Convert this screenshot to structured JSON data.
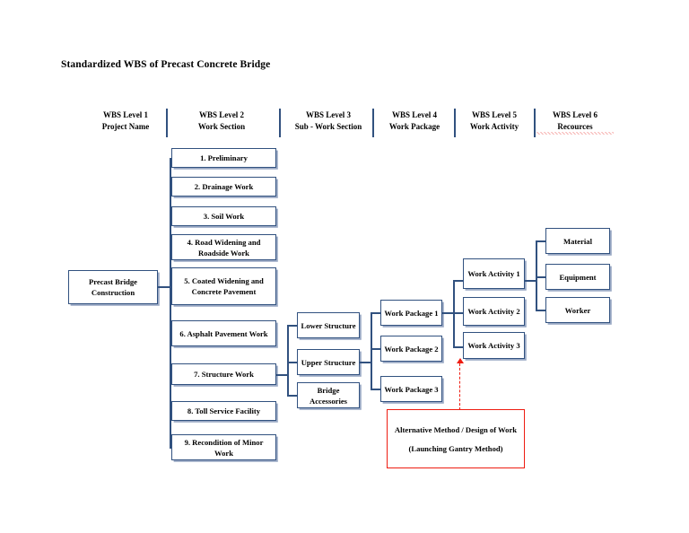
{
  "title": "Standardized WBS of Precast Concrete Bridge",
  "headers": [
    {
      "line1": "WBS Level 1",
      "line2": "Project Name",
      "misspelled": false
    },
    {
      "line1": "WBS Level 2",
      "line2": "Work Section",
      "misspelled": false
    },
    {
      "line1": "WBS Level 3",
      "line2": "Sub - Work Section",
      "misspelled": false
    },
    {
      "line1": "WBS Level 4",
      "line2": "Work Package",
      "misspelled": false
    },
    {
      "line1": "WBS Level 5",
      "line2": "Work Activity",
      "misspelled": false
    },
    {
      "line1": "WBS Level 6",
      "line2": "Recources",
      "misspelled": true
    }
  ],
  "level1": {
    "label": "Precast Bridge Construction"
  },
  "level2": [
    {
      "label": "1. Preliminary"
    },
    {
      "label": "2. Drainage Work"
    },
    {
      "label": "3. Soil Work"
    },
    {
      "label": "4. Road Widening and Roadside Work"
    },
    {
      "label": "5. Coated Widening and Concrete Pavement"
    },
    {
      "label": "6. Asphalt Pavement Work"
    },
    {
      "label": "7. Structure Work"
    },
    {
      "label": "8. Toll Service Facility"
    },
    {
      "label": "9. Recondition of Minor Work"
    }
  ],
  "level3": [
    {
      "label": "Lower Structure"
    },
    {
      "label": "Upper Structure"
    },
    {
      "label": "Bridge Accessories"
    }
  ],
  "level4": [
    {
      "label": "Work Package 1"
    },
    {
      "label": "Work Package 2"
    },
    {
      "label": "Work Package 3"
    }
  ],
  "level5": [
    {
      "label": "Work Activity 1"
    },
    {
      "label": "Work Activity 2"
    },
    {
      "label": "Work Activity 3"
    }
  ],
  "level6": [
    {
      "label": "Material"
    },
    {
      "label": "Equipment"
    },
    {
      "label": "Worker"
    }
  ],
  "alternative": {
    "line1": "Alternative Method / Design of Work",
    "line2": "(Launching Gantry Method)"
  },
  "colors": {
    "box_border": "#31517f",
    "box_shadow": "#9aa9c4",
    "accent_red": "#ee1c11",
    "background": "#ffffff",
    "text": "#000000"
  }
}
